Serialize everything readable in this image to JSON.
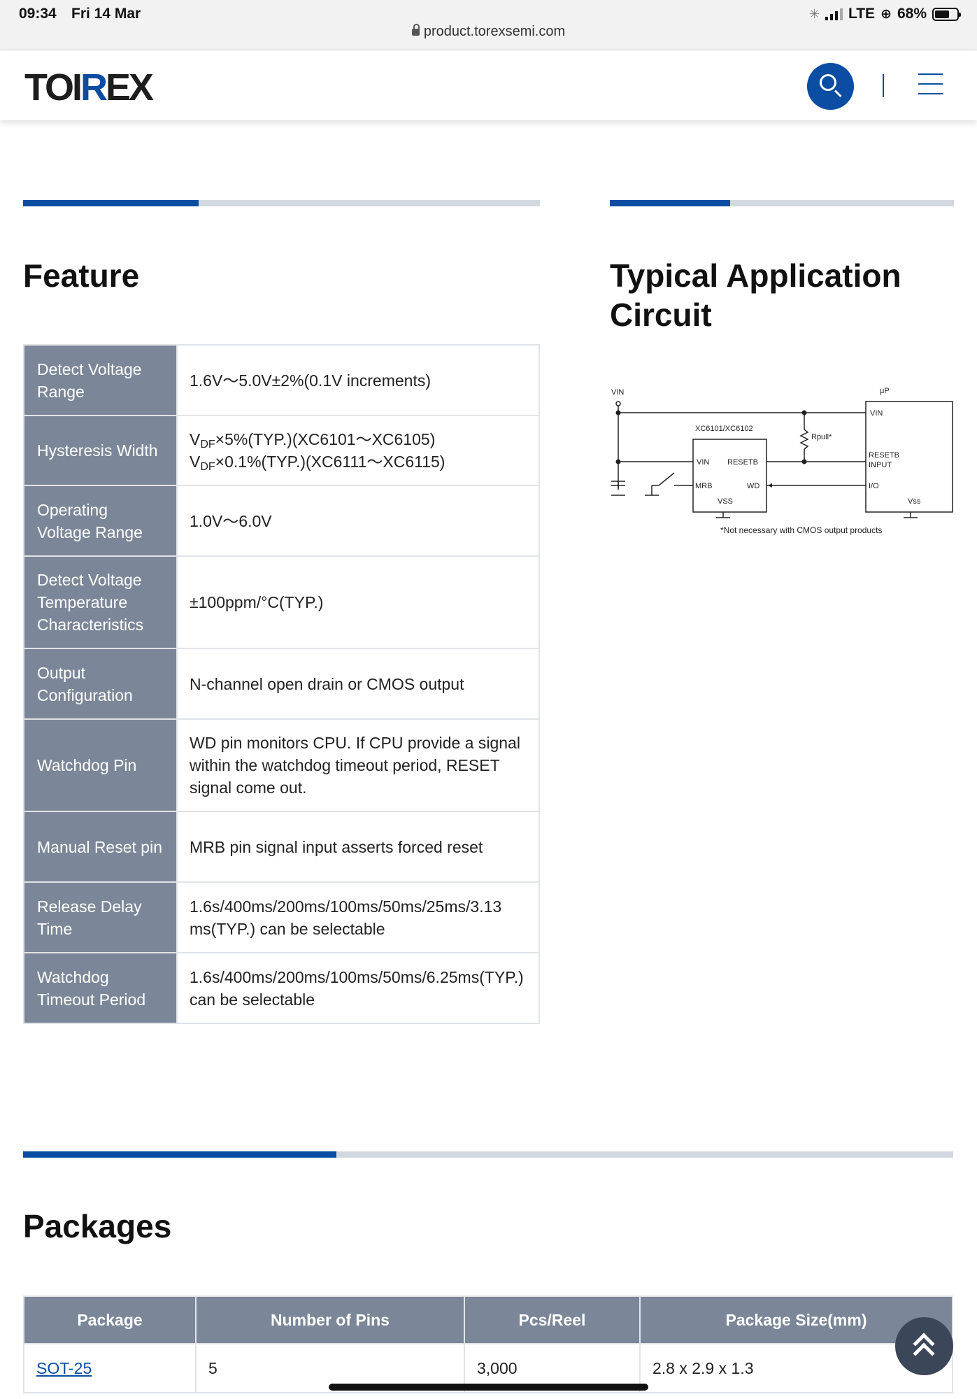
{
  "status_bar": {
    "time": "09:34",
    "date": "Fri 14 Mar",
    "network": "LTE",
    "battery": "68%",
    "battery_level": 0.68,
    "url": "product.torexsemi.com"
  },
  "header": {
    "logo_left": "TO",
    "logo_mark": "I",
    "logo_r": "R",
    "logo_right": "EX",
    "brand_color": "#0b4da2"
  },
  "feature": {
    "title": "Feature",
    "progress": 0.34,
    "rows": [
      {
        "label": "Detect Voltage Range",
        "value": "1.6V～5.0V±2%(0.1V increments)"
      },
      {
        "label": "Hysteresis Width",
        "value_line1_main": "V",
        "value_line1_sub": "DF",
        "value_line1_rest": "×5%(TYP.)(XC6101～XC6105)",
        "value_line2_main": "V",
        "value_line2_sub": "DF",
        "value_line2_rest": "×0.1%(TYP.)(XC6111～XC6115)"
      },
      {
        "label": "Operating Voltage Range",
        "value": "1.0V～6.0V"
      },
      {
        "label": "Detect Voltage Temperature Characteristics",
        "value": "±100ppm/°C(TYP.)"
      },
      {
        "label": "Output Configuration",
        "value": "N-channel open drain or CMOS output"
      },
      {
        "label": "Watchdog Pin",
        "value": "WD pin monitors CPU. If CPU provide a signal within the watchdog timeout period, RESET signal come out."
      },
      {
        "label": "Manual Reset pin",
        "value": "MRB pin signal input asserts forced reset"
      },
      {
        "label": "Release Delay Time",
        "value": "1.6s/400ms/200ms/100ms/50ms/25ms/3.13 ms(TYP.) can be selectable"
      },
      {
        "label": "Watchdog Timeout Period",
        "value": "1.6s/400ms/200ms/100ms/50ms/6.25ms(TYP.) can be selectable"
      }
    ]
  },
  "circuit": {
    "title": "Typical Application Circuit",
    "progress": 0.35,
    "labels": {
      "vin": "VIN",
      "up": "μP",
      "chip": "XC6101/XC6102",
      "rpull": "Rpull*",
      "chip_vin": "VIN",
      "resetb": "RESETB",
      "mrb": "MRB",
      "wd": "WD",
      "vss": "VSS",
      "up_vin": "VIN",
      "resetb_input": "RESETB",
      "input": "INPUT",
      "io": "I/O",
      "up_vss": "Vss",
      "note": "*Not necessary with CMOS output products"
    }
  },
  "packages": {
    "title": "Packages",
    "progress": 0.337,
    "columns": [
      "Package",
      "Number of Pins",
      "Pcs/Reel",
      "Package Size(mm)"
    ],
    "rows": [
      {
        "package": "SOT-25",
        "pins": "5",
        "pcs_reel": "3,000",
        "size": "2.8 x 2.9 x 1.3"
      }
    ]
  }
}
